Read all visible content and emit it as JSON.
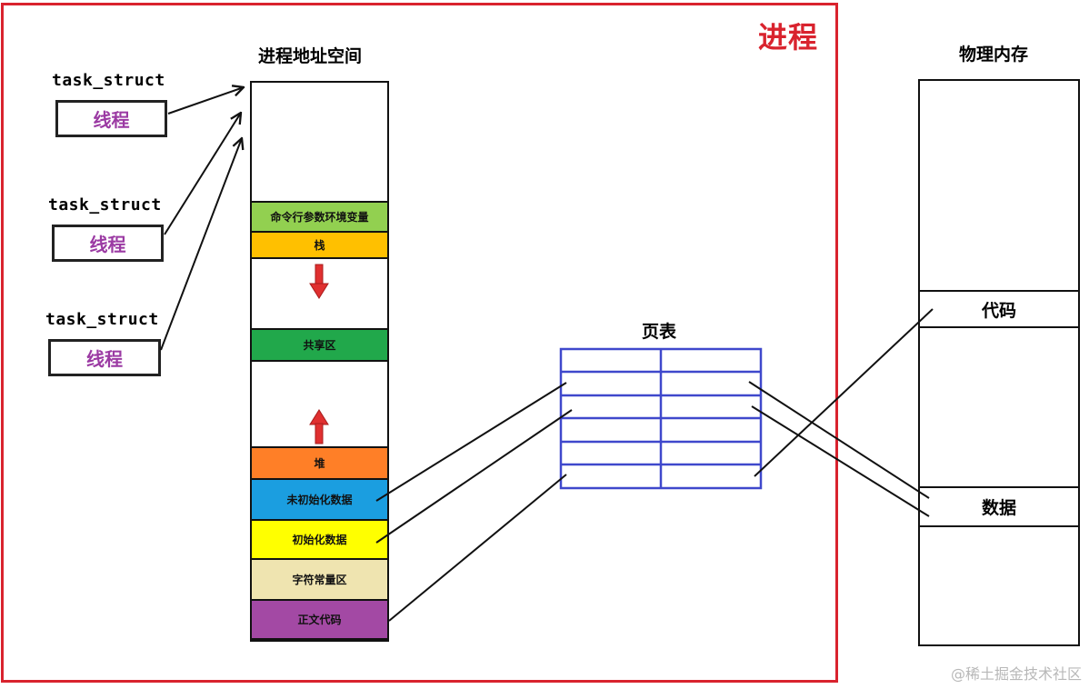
{
  "process": {
    "label": "进程"
  },
  "address_space": {
    "title": "进程地址空间",
    "segments": [
      {
        "label": "命令行参数环境变量",
        "color": "#92d050"
      },
      {
        "label": "栈",
        "color": "#ffc000"
      },
      {
        "label": "",
        "color": "#ffffff"
      },
      {
        "label": "共享区",
        "color": "#21a84b"
      },
      {
        "label": "",
        "color": "#ffffff"
      },
      {
        "label": "堆",
        "color": "#ff7f27"
      },
      {
        "label": "未初始化数据",
        "color": "#1b9ee0"
      },
      {
        "label": "初始化数据",
        "color": "#ffff00"
      },
      {
        "label": "字符常量区",
        "color": "#efe4b0"
      },
      {
        "label": "正文代码",
        "color": "#a349a4"
      }
    ]
  },
  "threads": [
    {
      "struct_label": "task_struct",
      "thread_label": "线程"
    },
    {
      "struct_label": "task_struct",
      "thread_label": "线程"
    },
    {
      "struct_label": "task_struct",
      "thread_label": "线程"
    }
  ],
  "page_table": {
    "title": "页表",
    "border_color": "#3f48cc",
    "rows": 6,
    "cols": 2
  },
  "physical_memory": {
    "title": "物理内存",
    "segments": [
      {
        "label": "代码"
      },
      {
        "label": "数据"
      }
    ]
  },
  "arrow_colors": {
    "down": "#e03030",
    "up": "#e03030"
  },
  "watermark": "@稀土掘金技术社区"
}
